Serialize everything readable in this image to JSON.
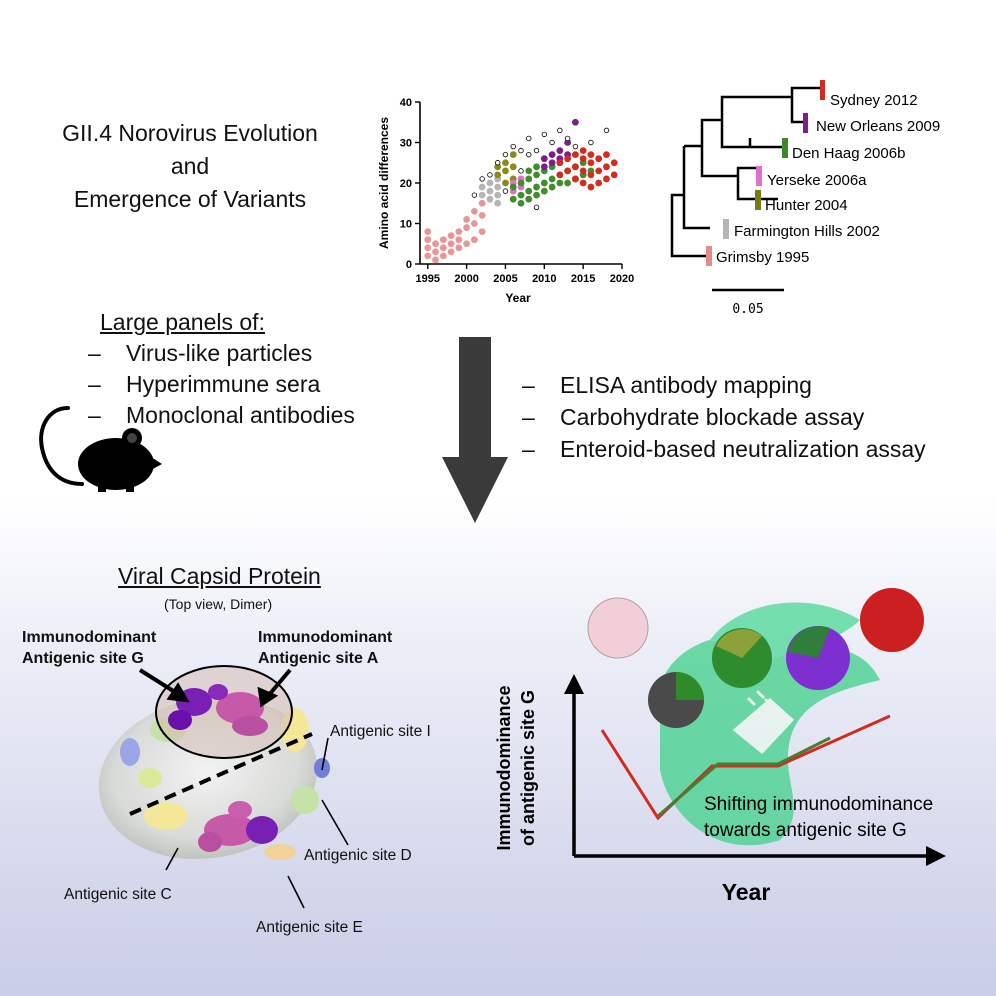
{
  "header": {
    "title_lines": [
      "GII.4 Norovirus Evolution",
      "and",
      "Emergence of Variants"
    ]
  },
  "scatter": {
    "ylabel": "Amino acid differences",
    "xlabel": "Year",
    "x_ticks": [
      "1995",
      "2000",
      "2005",
      "2010",
      "2015",
      "2020"
    ],
    "y_ticks": [
      "0",
      "10",
      "20",
      "30",
      "40"
    ]
  },
  "tree": {
    "scale_label": "0.05",
    "leaves": [
      {
        "label": "Sydney 2012",
        "color": "#d42a1f"
      },
      {
        "label": "New Orleans 2009",
        "color": "#7d1d8c"
      },
      {
        "label": "Den Haag 2006b",
        "color": "#3b8a25"
      },
      {
        "label": "Yerseke 2006a",
        "color": "#e070c8"
      },
      {
        "label": "Hunter 2004",
        "color": "#7a7a12"
      },
      {
        "label": "Farmington Hills 2002",
        "color": "#b5b5b5"
      },
      {
        "label": "Grimsby 1995",
        "color": "#e88a8a"
      }
    ]
  },
  "reagents": {
    "heading": "Large panels of:",
    "items": [
      "Virus-like particles",
      "Hyperimmune sera",
      "Monoclonal antibodies"
    ]
  },
  "assays": {
    "items": [
      "ELISA antibody mapping",
      "Carbohydrate blockade assay",
      "Enteroid-based neutralization assay"
    ]
  },
  "capsid": {
    "heading": "Viral Capsid Protein",
    "subheading": "(Top view, Dimer)",
    "site_g": [
      "Immunodominant",
      "Antigenic site G"
    ],
    "site_a": [
      "Immunodominant",
      "Antigenic site A"
    ],
    "site_i": "Antigenic site I",
    "site_d": "Antigenic site D",
    "site_c": "Antigenic site C",
    "site_e": "Antigenic site E"
  },
  "trend": {
    "ylabel_lines": [
      "Immunodominance",
      "of antigenic site G"
    ],
    "xlabel": "Year",
    "annotation_lines": [
      "Shifting immunodominance",
      "towards antigenic site G"
    ],
    "red_line_color": "#d42a1f",
    "green_line_color": "#4c7a30"
  },
  "chart_data": {
    "type": "scatter",
    "title": "",
    "xlabel": "Year",
    "ylabel": "Amino acid differences",
    "xlim": [
      1994,
      2020
    ],
    "ylim": [
      0,
      40
    ],
    "series": [
      {
        "color": "#e8959a",
        "points": [
          [
            1995,
            2
          ],
          [
            1995,
            4
          ],
          [
            1995,
            6
          ],
          [
            1995,
            8
          ],
          [
            1996,
            1
          ],
          [
            1996,
            3
          ],
          [
            1996,
            5
          ],
          [
            1997,
            2
          ],
          [
            1997,
            4
          ],
          [
            1997,
            6
          ],
          [
            1998,
            3
          ],
          [
            1998,
            5
          ],
          [
            1998,
            7
          ],
          [
            1999,
            4
          ],
          [
            1999,
            6
          ],
          [
            1999,
            8
          ],
          [
            2000,
            5
          ],
          [
            2000,
            9
          ],
          [
            2000,
            11
          ],
          [
            2001,
            6
          ],
          [
            2001,
            10
          ],
          [
            2001,
            13
          ],
          [
            2002,
            8
          ],
          [
            2002,
            12
          ],
          [
            2002,
            15
          ]
        ]
      },
      {
        "color": "#b5b5b5",
        "points": [
          [
            2002,
            17
          ],
          [
            2002,
            19
          ],
          [
            2003,
            16
          ],
          [
            2003,
            18
          ],
          [
            2003,
            20
          ],
          [
            2004,
            15
          ],
          [
            2004,
            17
          ],
          [
            2004,
            19
          ],
          [
            2004,
            21
          ]
        ]
      },
      {
        "color": "#8a8a1a",
        "points": [
          [
            2004,
            22
          ],
          [
            2004,
            24
          ],
          [
            2005,
            20
          ],
          [
            2005,
            23
          ],
          [
            2005,
            25
          ],
          [
            2006,
            21
          ],
          [
            2006,
            24
          ],
          [
            2006,
            27
          ]
        ]
      },
      {
        "color": "#e070c8",
        "points": [
          [
            2006,
            18
          ],
          [
            2006,
            20
          ],
          [
            2007,
            19
          ],
          [
            2007,
            21
          ]
        ]
      },
      {
        "color": "#3e8e2a",
        "points": [
          [
            2006,
            16
          ],
          [
            2006,
            19
          ],
          [
            2007,
            15
          ],
          [
            2007,
            17
          ],
          [
            2007,
            20
          ],
          [
            2008,
            16
          ],
          [
            2008,
            18
          ],
          [
            2008,
            21
          ],
          [
            2008,
            23
          ],
          [
            2009,
            17
          ],
          [
            2009,
            19
          ],
          [
            2009,
            22
          ],
          [
            2009,
            24
          ],
          [
            2010,
            18
          ],
          [
            2010,
            20
          ],
          [
            2010,
            23
          ],
          [
            2011,
            19
          ],
          [
            2011,
            21
          ],
          [
            2011,
            24
          ],
          [
            2012,
            20
          ],
          [
            2012,
            22
          ],
          [
            2012,
            25
          ],
          [
            2013,
            20
          ],
          [
            2013,
            23
          ],
          [
            2014,
            21
          ],
          [
            2014,
            24
          ],
          [
            2015,
            22
          ],
          [
            2015,
            25
          ],
          [
            2016,
            23
          ]
        ]
      },
      {
        "color": "#7d1d8c",
        "points": [
          [
            2010,
            24
          ],
          [
            2010,
            26
          ],
          [
            2011,
            25
          ],
          [
            2011,
            27
          ],
          [
            2012,
            26
          ],
          [
            2012,
            28
          ],
          [
            2013,
            27
          ],
          [
            2013,
            30
          ],
          [
            2014,
            35
          ]
        ]
      },
      {
        "color": "#d42a1f",
        "points": [
          [
            2012,
            22
          ],
          [
            2012,
            25
          ],
          [
            2013,
            23
          ],
          [
            2013,
            26
          ],
          [
            2014,
            21
          ],
          [
            2014,
            24
          ],
          [
            2014,
            27
          ],
          [
            2015,
            20
          ],
          [
            2015,
            23
          ],
          [
            2015,
            26
          ],
          [
            2015,
            28
          ],
          [
            2016,
            19
          ],
          [
            2016,
            22
          ],
          [
            2016,
            25
          ],
          [
            2016,
            27
          ],
          [
            2017,
            20
          ],
          [
            2017,
            23
          ],
          [
            2017,
            26
          ],
          [
            2018,
            21
          ],
          [
            2018,
            24
          ],
          [
            2018,
            27
          ],
          [
            2019,
            22
          ],
          [
            2019,
            25
          ]
        ]
      },
      {
        "color": "open",
        "points": [
          [
            2001,
            17
          ],
          [
            2002,
            21
          ],
          [
            2003,
            22
          ],
          [
            2004,
            25
          ],
          [
            2005,
            18
          ],
          [
            2005,
            27
          ],
          [
            2006,
            29
          ],
          [
            2007,
            28
          ],
          [
            2007,
            23
          ],
          [
            2008,
            27
          ],
          [
            2008,
            31
          ],
          [
            2009,
            28
          ],
          [
            2009,
            14
          ],
          [
            2010,
            32
          ],
          [
            2011,
            30
          ],
          [
            2012,
            33
          ],
          [
            2013,
            31
          ],
          [
            2014,
            29
          ],
          [
            2016,
            30
          ],
          [
            2018,
            33
          ]
        ]
      }
    ]
  }
}
